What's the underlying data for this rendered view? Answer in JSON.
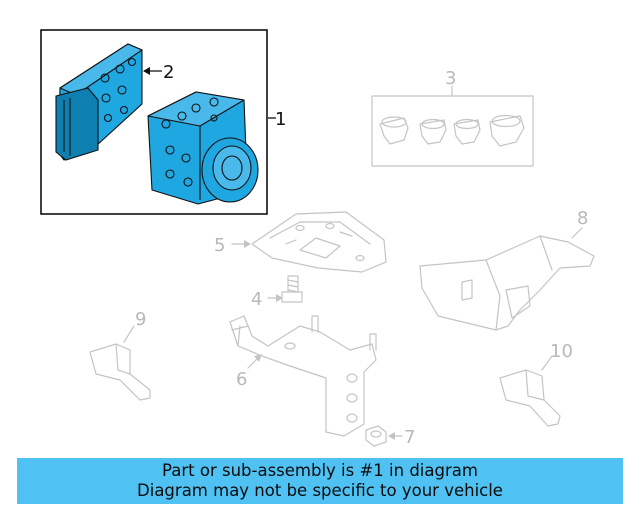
{
  "callouts": {
    "c1": "1",
    "c2": "2",
    "c3": "3",
    "c4": "4",
    "c5": "5",
    "c6": "6",
    "c7": "7",
    "c8": "8",
    "c9": "9",
    "c10": "10"
  },
  "colors": {
    "highlight": "#1ea7e1",
    "banner": "#4fc1f2",
    "ghost": "#c4c4c4"
  },
  "banner": {
    "line1": "Part or sub-assembly is #1 in diagram",
    "line2": "Diagram may not be specific to your vehicle"
  }
}
